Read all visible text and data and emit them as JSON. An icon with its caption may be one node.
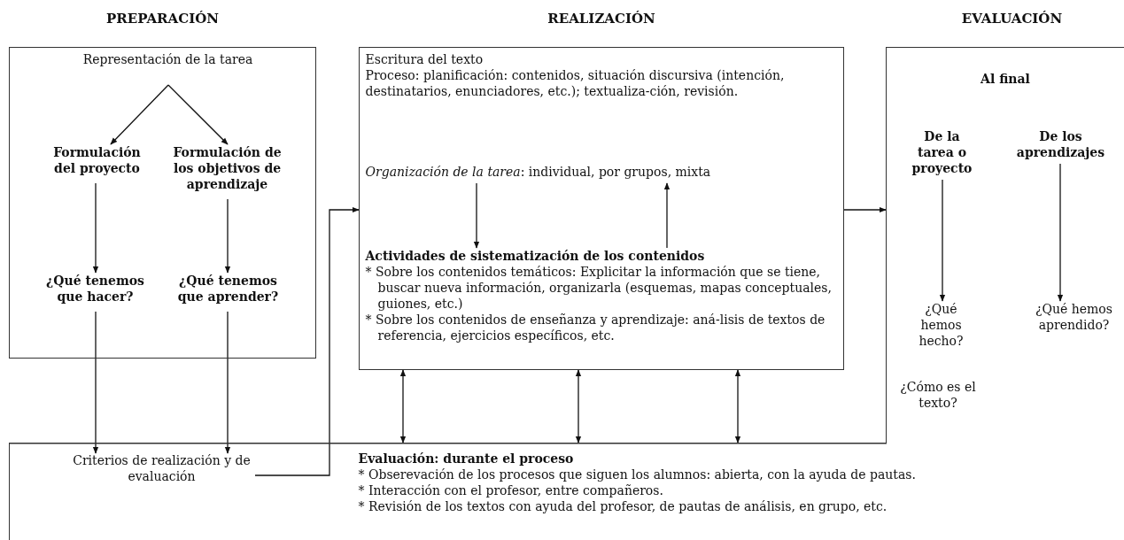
{
  "diagram": {
    "nodes": [
      {
        "text": [
          "PREPARACIÓN"
        ]
      },
      {
        "text": [
          "Representación de la tarea"
        ],
        "in": 0
      },
      {
        "text": [
          "Formulación del proyecto"
        ],
        "in": 0
      },
      {
        "text": [
          "Formulación de los objetivos de aprendizaje"
        ],
        "in": 0
      },
      {
        "text": [
          "¿Qué tenemos que hacer?"
        ],
        "in": 0
      },
      {
        "text": [
          "¿Qué tenemos que aprender?"
        ],
        "in": 0
      },
      {
        "text": [
          "REALIZACIÓN"
        ]
      },
      {
        "text": [
          "Escritura del texto",
          "Proceso: planificación: contenidos, situación discursiva (intención, destinatarios, enunciadores, etc.); textualiza-ción, revisión."
        ],
        "in": 6
      },
      {
        "text": [
          "*Organización de la tarea*: individual, por grupos, mixta"
        ],
        "in": 6
      },
      {
        "text": [
          "Actividades de sistematización de los contenidos",
          "* Sobre los contenidos temáticos: Explicitar la información que se tiene, buscar nueva información, organizarla (esquemas, mapas conceptuales, guiones, etc.)",
          "* Sobre los contenidos de enseñanza y aprendizaje: aná-lisis de textos de referencia, ejercicios específicos, etc."
        ],
        "in": 6
      },
      {
        "text": [
          "EVALUACIÓN"
        ]
      },
      {
        "text": [
          "De la tarea o proyecto"
        ],
        "in": 10
      },
      {
        "text": [
          "De los aprendizajes"
        ],
        "in": 10
      },
      {
        "text": [
          "¿Qué hemos hecho?"
        ],
        "in": 10
      },
      {
        "text": [
          "¿Qué hemos aprendido?"
        ],
        "in": 10
      },
      {
        "text": [],
        "shape": "box"
      },
      {
        "text": [
          "Criterios de realización y de evaluación"
        ],
        "in": 15
      },
      {
        "text": [
          "Evaluación: durante el proceso",
          "* Obserevación de los procesos que siguen los alumnos: abierta, con la ayuda de pautas.",
          "* Interacción con el profesor, entre compañeros.",
          "* Revisión de los textos con ayuda del profesor, de pautas de análisis, en grupo, etc."
        ],
        "in": 15
      }
    ],
    "edges": [
      {
        "from": 1,
        "to": 2,
        "arrow": "to"
      },
      {
        "from": 1,
        "to": 3,
        "arrow": "to"
      },
      {
        "from": 2,
        "to": 4,
        "arrow": "to"
      },
      {
        "from": 3,
        "to": 5,
        "arrow": "to"
      },
      {
        "from": 4,
        "to": 16,
        "arrow": "to"
      },
      {
        "from": 5,
        "to": 16,
        "arrow": "to"
      },
      {
        "from": 16,
        "to": 6,
        "arrow": "to"
      },
      {
        "from": 8,
        "to": 9,
        "arrow": "to"
      },
      {
        "from": 9,
        "to": 8,
        "arrow": "to"
      },
      {
        "from": 6,
        "to": 10,
        "arrow": "to"
      },
      {
        "from": 11,
        "to": 13,
        "arrow": "to"
      },
      {
        "from": 12,
        "to": 14,
        "arrow": "to"
      },
      {
        "from": 6,
        "to": 15,
        "arrow": "both"
      },
      {
        "from": 6,
        "to": 15,
        "arrow": "both"
      },
      {
        "from": 6,
        "to": 15,
        "arrow": "both"
      }
    ],
    "labels": [
      "Al final",
      "¿Cómo es el texto?"
    ]
  }
}
